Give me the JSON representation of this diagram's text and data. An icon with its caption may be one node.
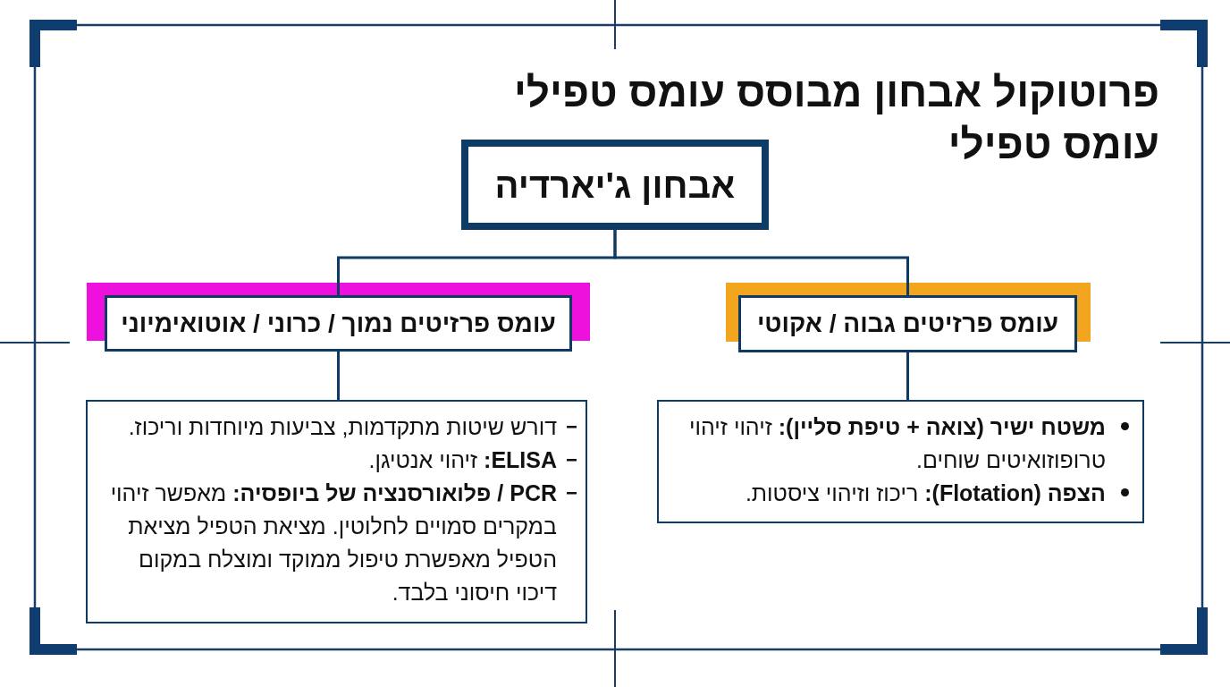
{
  "diagram": {
    "title": "פרוטוקול אבחון מבוסס עומס טפילי עומס טפילי",
    "nodes": [
      {
        "text": [
          "אבחון ג'יארדיה"
        ]
      },
      {
        "text": [
          "עומס פרזיטים גבוה / אקוטי"
        ]
      },
      {
        "text": [
          "עומס פרזיטים נמוך / כרוני / אוטואימיוני"
        ]
      },
      {
        "text": [
          "**משטח ישיר (צואה + טיפת סליין):** זיהוי זיהוי טרופוזואיטים שוחים.",
          "**הצפה (Flotation):** ריכוז וזיהוי ציסטות."
        ]
      },
      {
        "text": [
          "דורש שיטות מתקדמות, צביעות מיוחדות וריכוז.",
          "**ELISA:** זיהוי אנטיגן.",
          "**PCR / פלואורסנציה של ביופסיה:** מאפשר זיהוי במקרים סמויים לחלוטין. מציאת הטפיל מציאת הטפיל מאפשרת טיפול ממוקד ומוצלח במקום דיכוי חיסוני בלבד."
        ]
      }
    ],
    "edges": [
      {
        "from": 0,
        "to": 1,
        "arrow": "none"
      },
      {
        "from": 0,
        "to": 2,
        "arrow": "none"
      },
      {
        "from": 1,
        "to": 3,
        "arrow": "none"
      },
      {
        "from": 2,
        "to": 4,
        "arrow": "none"
      }
    ]
  }
}
